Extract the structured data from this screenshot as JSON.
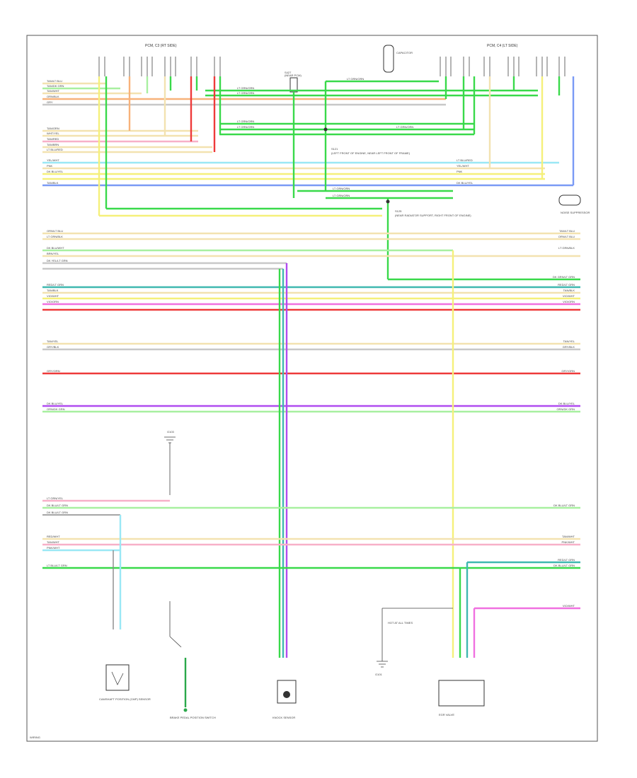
{
  "colors": {
    "green": "#39d94a",
    "lightgreen": "#a8f0a0",
    "tan": "#f3e2b0",
    "pink": "#f7b0c8",
    "orange": "#f7b27a",
    "red": "#ee3a3a",
    "yellow": "#f5f07a",
    "lightblue": "#9ae8f5",
    "blue": "#7a9af5",
    "gray": "#c8c8c8",
    "violet": "#b04cf0",
    "magenta": "#f070e0",
    "teal": "#3fb8b0",
    "darkgreen": "#2aa84a"
  },
  "labels": {
    "left_connector": "PCM, C3 (RT SIDE)",
    "right_connector": "PCM, C4 (LT SIDE)",
    "cap_ref": "CAPACITOR",
    "splice_top": "S427",
    "splice_note": "(NEAR PCM)",
    "splice_mid": "S121",
    "splice_mid_note": "(LEFT FRONT OF ENGINE, NEAR LEFT FRONT OF FRAME)",
    "splice_right": "S125",
    "splice_right_note": "(NEAR RADIATOR SUPPORT, RIGHT FRONT OF ENGINE)",
    "noise": "NOISE SUPPRESSOR",
    "ground_note": "G103",
    "fuse_ref": "HOT AT ALL TIMES",
    "bottom_left": "CAMSHAFT POSITION (CMP) SENSOR",
    "bottom_mid": "BRAKE PEDAL POSITION SWITCH",
    "bottom_center": "KNOCK SENSOR",
    "bottom_ground": "G101",
    "bottom_right": "EGR VALVE",
    "footer": "WIRING"
  },
  "wires_left": [
    "TAN/LT BLU",
    "TAN/DK GRN",
    "TAN/WHT",
    "ORN/BLK",
    "GRY",
    "TAN/ORN",
    "WHT/YEL",
    "TAN/RED",
    "TAN/BRN",
    "LT BLU/RED",
    "YEL/WHT",
    "PNK",
    "DK BLU/YEL",
    "TAN/BLK",
    "ORN/LT BLU",
    "LT GRN/BLK",
    "DK BLU/WHT",
    "BRN/YEL",
    "DK YEL/LT GRN",
    "RED/LT GRN",
    "TAN/BLK",
    "VIO/WHT",
    "VIO/ORN",
    "TAN/YEL",
    "GRY/BLK",
    "GRY/ORN",
    "DK BLU/YEL",
    "ORN/DK GRN",
    "LT GRN/YEL",
    "DK BLU/LT GRN",
    "RED/WHT",
    "TAN/WHT",
    "PNK/WHT",
    "LT BLU/LT GRN",
    "DK BLU/LT GRN"
  ],
  "wires_center": [
    "LT GRN/ORN",
    "LT GRN/ORN",
    "LT GRN/ORN",
    "LT GRN/ORN",
    "LT GRN/ORN",
    "LT GRN/ORN",
    "LT GRN/ORN",
    "LT GRN/ORN"
  ],
  "wires_right": [
    "TAN/LT BLU",
    "ORN/LT BLU",
    "LT GRN/BLK",
    "DK GRN/LT GRN",
    "RED/LT GRN",
    "TAN/BLK",
    "VIO/WHT",
    "VIO/ORN",
    "TAN/YEL",
    "GRY/BLK",
    "GRY/ORN",
    "DK BLU/YEL",
    "ORN/DK GRN",
    "DK BLU/LT GRN",
    "TAN/WHT",
    "PNK/WHT",
    "RED/LT GRN",
    "DK BLU/LT GRN",
    "VIO/WHT"
  ],
  "wires_right_top": [
    "LT BLU/RED",
    "YEL/WHT",
    "PNK",
    "DK BLU/YEL"
  ]
}
